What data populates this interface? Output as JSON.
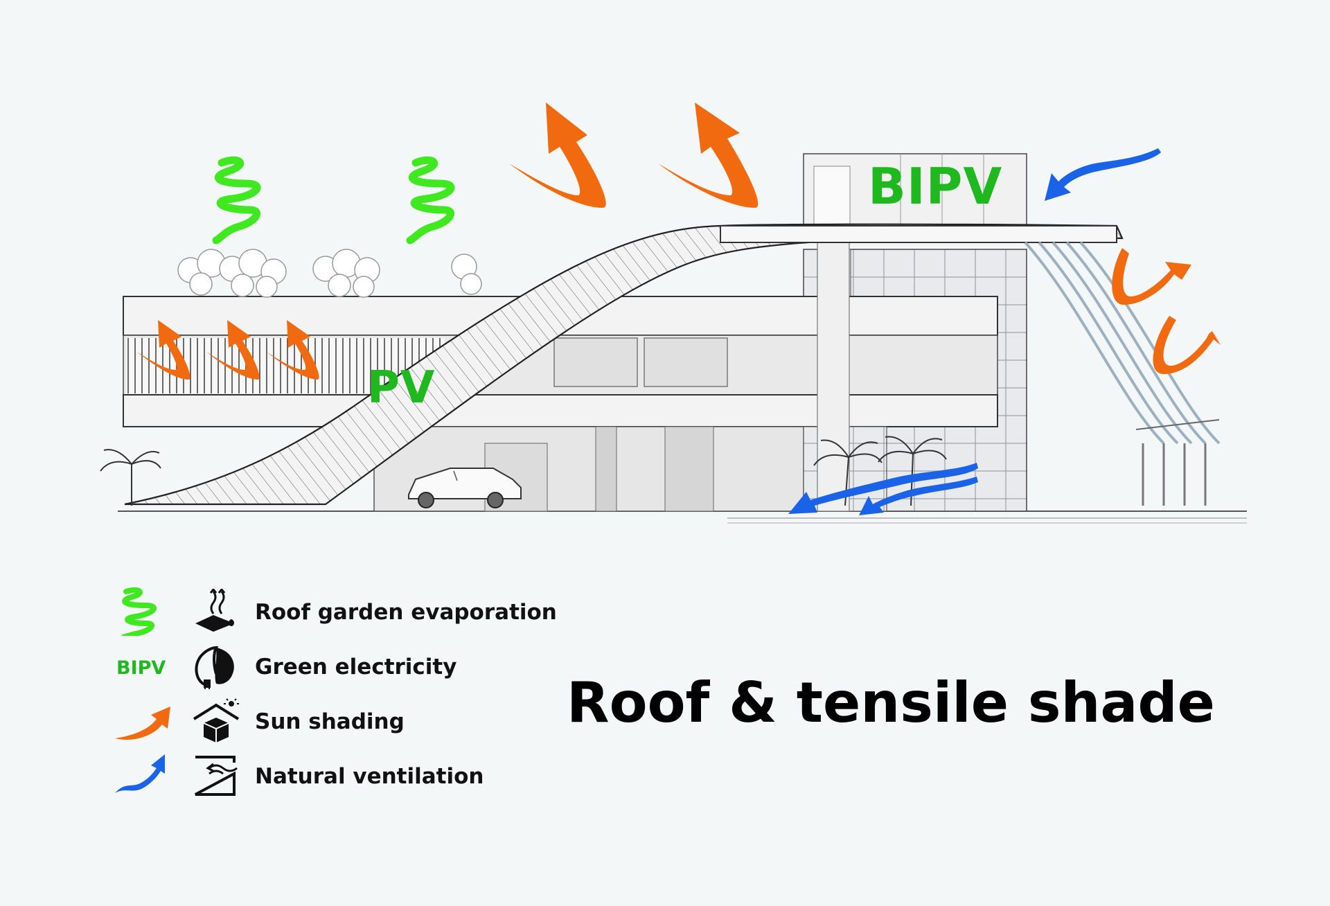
{
  "diagram": {
    "labels": {
      "pv": "PV",
      "bipv": "BIPV"
    },
    "colors": {
      "evaporation_green": "#3fe81f",
      "text_green": "#1fb81f",
      "sun_orange": "#f26a0f",
      "wind_blue": "#1a63e8",
      "building_line": "#2a2a2a",
      "background": "#f4f7f8"
    }
  },
  "legend": {
    "items": [
      {
        "symbol": "green-swirl-icon",
        "icon": "evaporation-icon",
        "label": "Roof garden evaporation"
      },
      {
        "symbol_text": "BIPV",
        "icon": "leaf-plug-icon",
        "label": "Green electricity"
      },
      {
        "symbol": "orange-arrow-icon",
        "icon": "house-sun-icon",
        "label": "Sun shading"
      },
      {
        "symbol": "blue-arrow-icon",
        "icon": "window-airflow-icon",
        "label": "Natural ventilation"
      }
    ]
  },
  "title": "Roof & tensile shade"
}
